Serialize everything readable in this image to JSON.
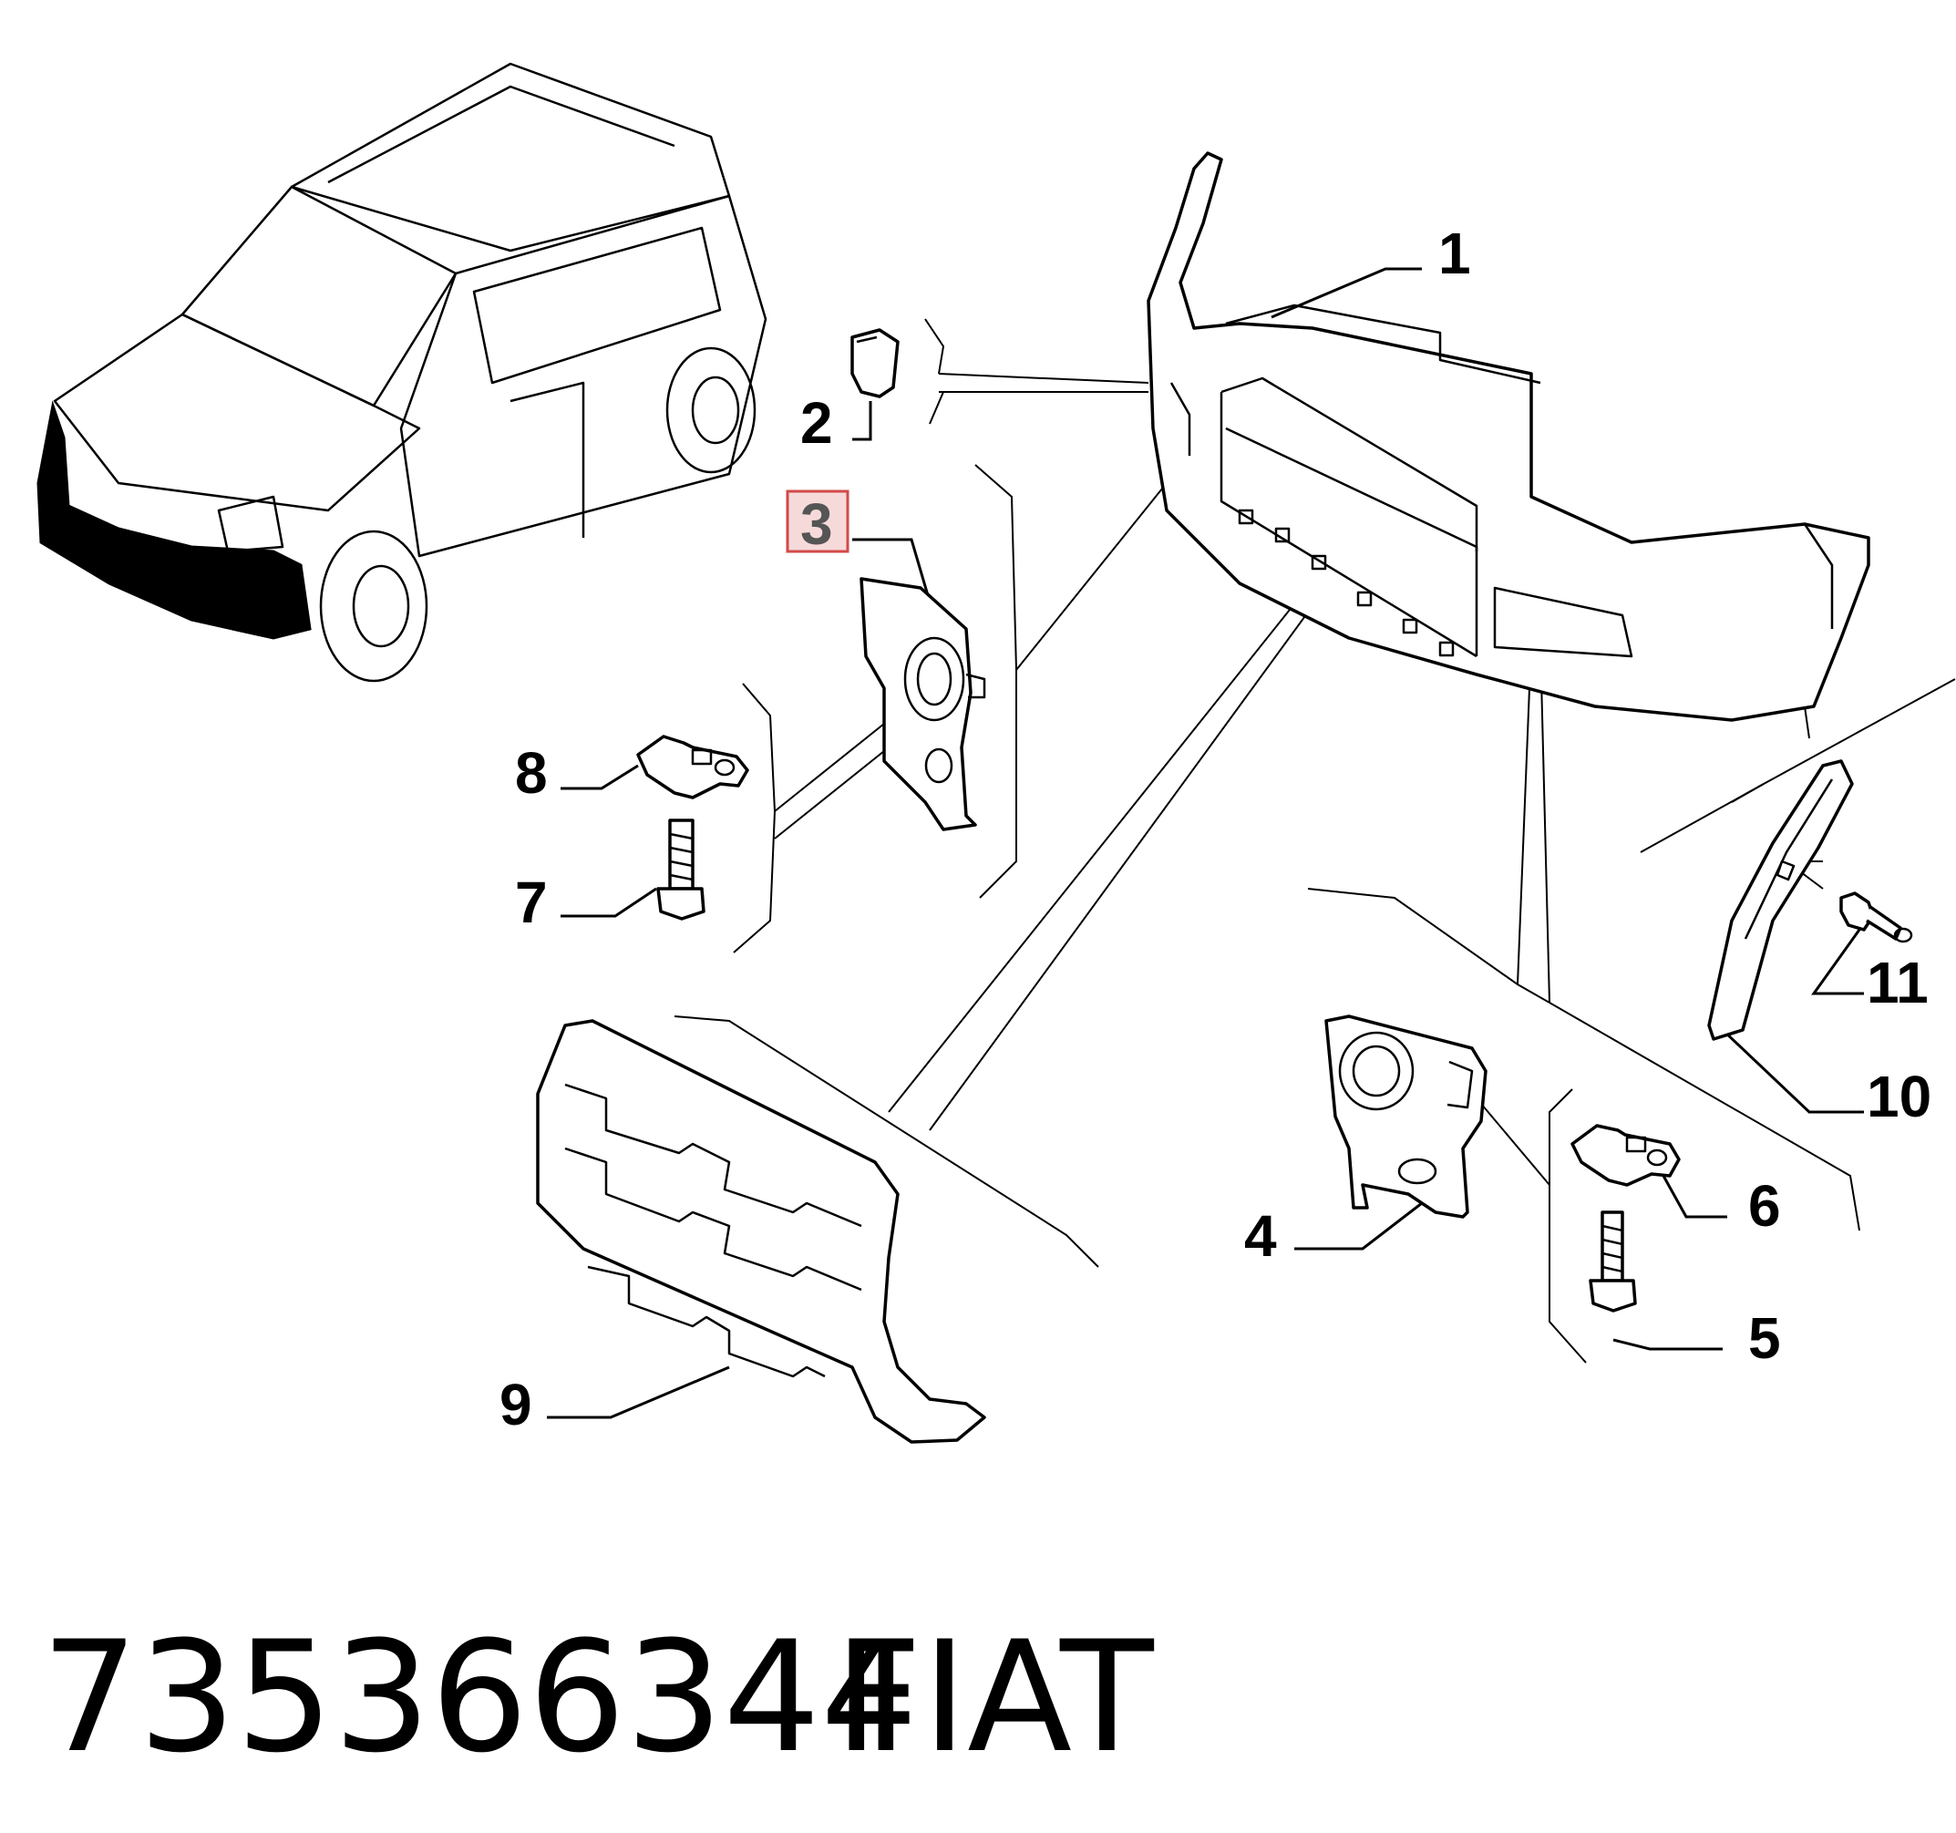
{
  "diagram": {
    "callouts": {
      "c1": "1",
      "c2": "2",
      "c3": "3",
      "c4": "4",
      "c5": "5",
      "c6": "6",
      "c7": "7",
      "c8": "8",
      "c9": "9",
      "c10": "10",
      "c11": "11"
    },
    "highlighted_callout": "3",
    "colors": {
      "highlight_fill": "#f6dada",
      "highlight_stroke": "#d24a4a",
      "highlight_text": "#555555",
      "ink": "#000000"
    }
  },
  "footer": {
    "part_number": "735366344",
    "brand": "FIAT"
  }
}
